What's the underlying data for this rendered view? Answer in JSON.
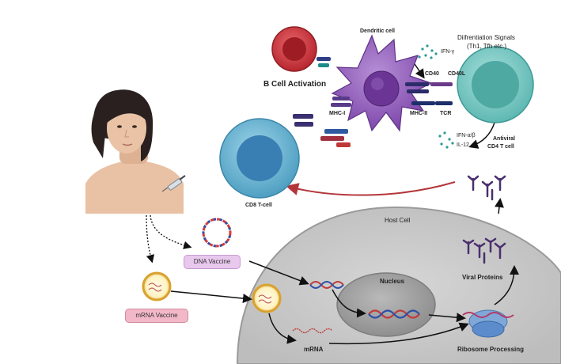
{
  "labels": {
    "b_cell_activation": "B Cell Activation",
    "dendritic_cell": "Dendritic cell",
    "differentiation_signals": "Diifrentiation Signals",
    "differentiation_subtypes": "(Th1, Tfh etc.)",
    "ifn_gamma": "IFN-γ",
    "cd40": "CD40",
    "cd40l": "CD40L",
    "mhc_i": "MHC-I",
    "mhc_ii": "MHC-II",
    "tcr": "TCR",
    "ifn_ab": "IFN-α/β",
    "il12": "IL-12",
    "antiviral": "Antiviral",
    "cd4_t_cell": "CD4 T cell",
    "cd8_t_cell": "CD8 T-cell",
    "host_cell": "Host Cell",
    "nucleus": "Nucleus",
    "viral_proteins": "Viral Proteins",
    "ribosome_processing": "Ribosome Processing",
    "mrna": "mRNA",
    "dna_vaccine": "DNA Vaccine",
    "mrna_vaccine": "mRNA Vaccine"
  },
  "colors": {
    "b_cell": "#c8323a",
    "dendritic": "#8e5bb5",
    "t_cell": "#5aa9c9",
    "cd4_cell": "#6fc4bf",
    "host_cell": "#c9c9c9",
    "nucleus": "#a5a5a5",
    "dna_vaccine_pill": "#e9c8ee",
    "mrna_vaccine_pill": "#f2b8c8",
    "arrow_red": "#b3363a",
    "viral_protein": "#4a2f6e"
  }
}
